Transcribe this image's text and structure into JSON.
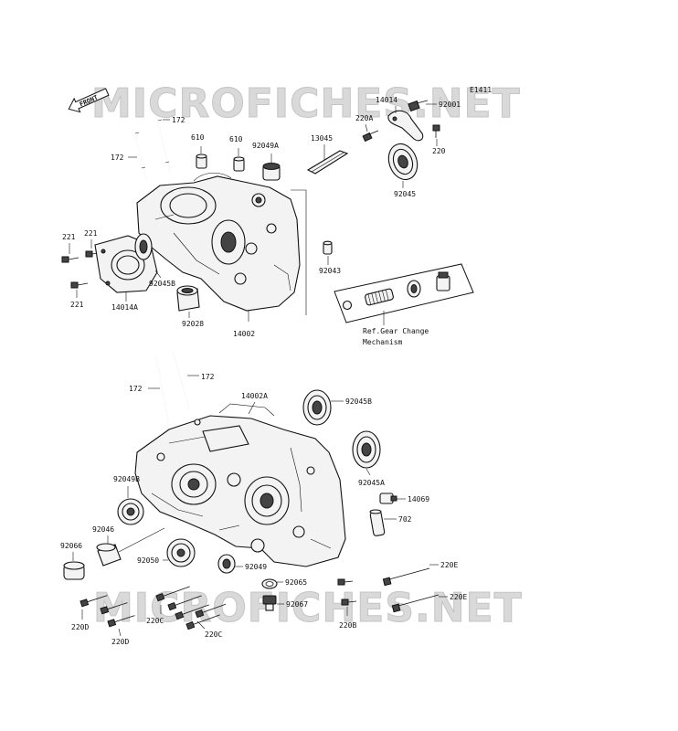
{
  "diagram": {
    "code": "E1411",
    "front_label": "FRONT",
    "watermark_top": "MICROFICHES.NET",
    "watermark_bottom": "MICROFICHES.NET",
    "ref_note_line1": "Ref.Gear Change",
    "ref_note_line2": "Mechanism",
    "labels": {
      "l172_tl": "172",
      "l172_tr": "172",
      "l610_a": "610",
      "l610_b": "610",
      "l92049A": "92049A",
      "l13045": "13045",
      "l14014": "14014",
      "l92001": "92001",
      "l220A": "220A",
      "l220": "220",
      "l92045": "92045",
      "l221_a": "221",
      "l221_b": "221",
      "l221_c": "221",
      "l14014A": "14014A",
      "l92045B_top": "92045B",
      "l92028": "92028",
      "l14002": "14002",
      "l92043": "92043",
      "l172_bl": "172",
      "l172_br": "172",
      "l14002A": "14002A",
      "l92045B_bot": "92045B",
      "l92045A": "92045A",
      "l92049B": "92049B",
      "l14069": "14069",
      "l702": "702",
      "l92046": "92046",
      "l92066": "92066",
      "l92050": "92050",
      "l92049": "92049",
      "l92065": "92065",
      "l92067": "92067",
      "l220E_a": "220E",
      "l220E_b": "220E",
      "l220B": "220B",
      "l220C_a": "220C",
      "l220C_b": "220C",
      "l220D_a": "220D",
      "l220D_b": "220D"
    }
  }
}
